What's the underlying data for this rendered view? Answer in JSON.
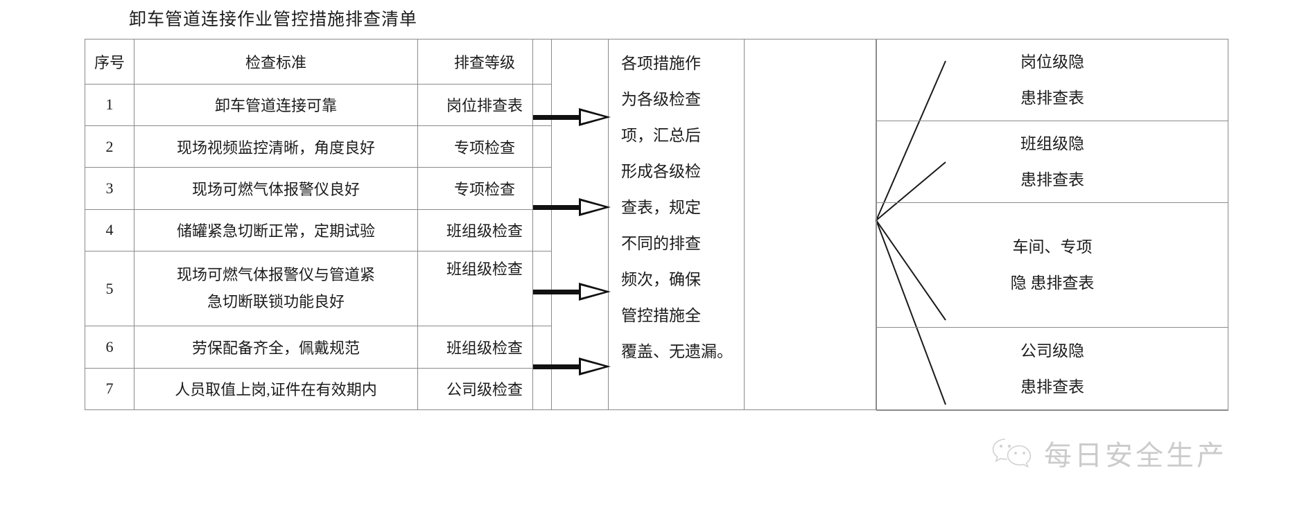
{
  "document": {
    "title": "卸车管道连接作业管控措施排查清单"
  },
  "checklist": {
    "headers": {
      "no": "序号",
      "standard": "检查标准",
      "level": "排查等级"
    },
    "rows": [
      {
        "no": "1",
        "standard": "卸车管道连接可靠",
        "level": "岗位排查表"
      },
      {
        "no": "2",
        "standard": "现场视频监控清晰，角度良好",
        "level": "专项检查"
      },
      {
        "no": "3",
        "standard": "现场可燃气体报警仪良好",
        "level": "专项检查"
      },
      {
        "no": "4",
        "standard": "储罐紧急切断正常，定期试验",
        "level": "班组级检查"
      },
      {
        "no": "5",
        "standard_line1": "现场可燃气体报警仪与管道紧",
        "standard_line2": "急切断联锁功能良好",
        "level": "班组级检查"
      },
      {
        "no": "6",
        "standard": "劳保配备齐全，佩戴规范",
        "level": "班组级检查"
      },
      {
        "no": "7",
        "standard": "人员取值上岗,证件在有效期内",
        "level": "公司级检查"
      }
    ]
  },
  "arrows": {
    "count": 4,
    "icon": "right-arrow-icon"
  },
  "center_statement": {
    "lines": [
      "各项措施作",
      "为各级检查",
      "项，汇总后",
      "形成各级检",
      "查表，规定",
      "不同的排查",
      "频次，确保",
      "管控措施全",
      "覆盖、无遗漏。"
    ]
  },
  "results": {
    "cells": [
      {
        "line1": "岗位级隐",
        "line2": "患排查表"
      },
      {
        "line1": "班组级隐",
        "line2": "患排查表"
      },
      {
        "line1": "车间、专项",
        "line2": "隐  患排查表"
      },
      {
        "line1": "公司级隐",
        "line2": "患排查表"
      }
    ]
  },
  "watermark": {
    "text": "每日安全生产",
    "icon": "wechat-icon",
    "color": "#8e8e8e"
  }
}
